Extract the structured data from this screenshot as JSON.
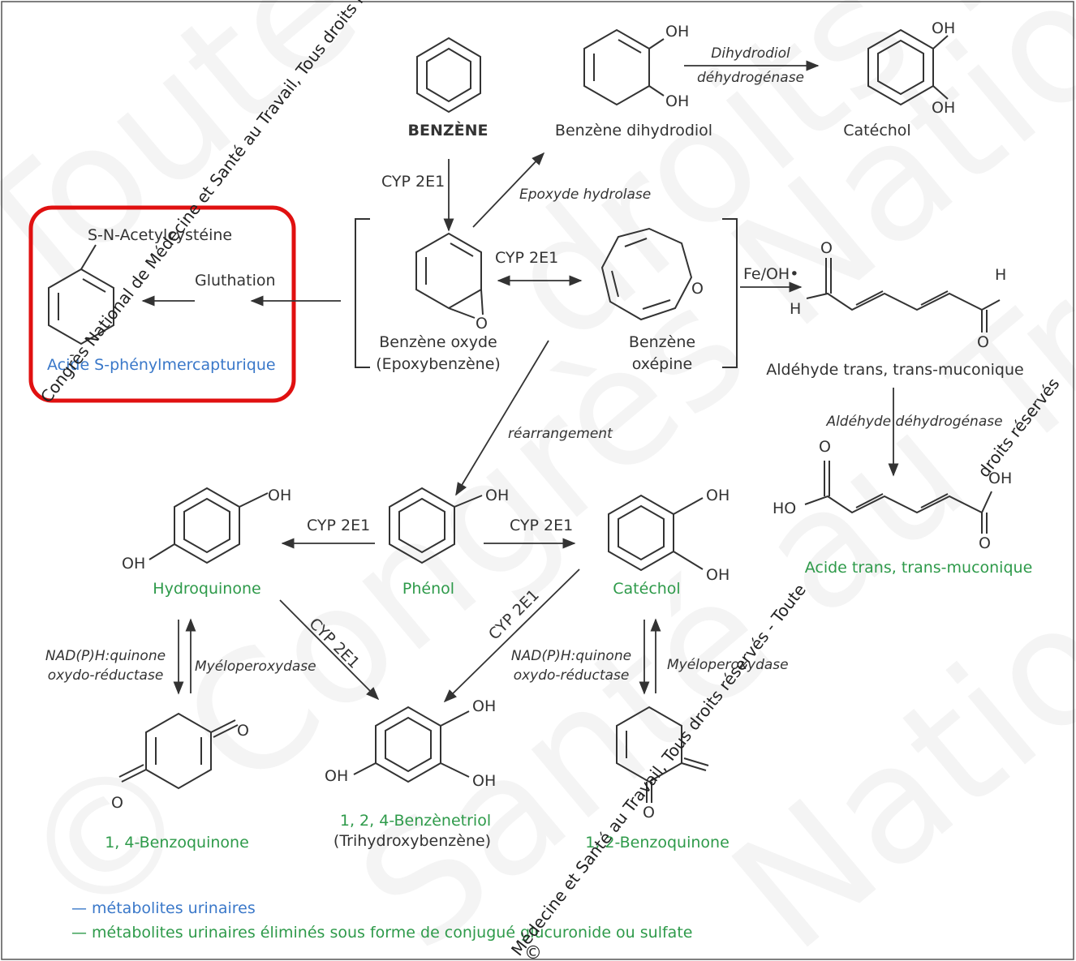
{
  "colors": {
    "green": "#2e9a4a",
    "blue": "#3a78c9",
    "highlight": "#e01010",
    "ink": "#333333"
  },
  "watermark": {
    "diagonal_1": "Congrès National de Médecine et Santé au Travail, Tous droits réservés - Toute reproduction",
    "diagonal_2": "Médecine et Santé au Travail, Tous droits réservés - Toute",
    "diagonal_3": "droits réservés",
    "copyright": "©",
    "big_1": "Toute reproduction",
    "big_2": "© Congrès National",
    "big_3": "Santé au Travail",
    "big_4": "droits réservés",
    "big_5": "National de Médecine"
  },
  "molecules": {
    "benzene": "BENZÈNE",
    "benzene_dihydrodiol": "Benzène dihydrodiol",
    "catechol_top": "Catéchol",
    "benzene_oxide_1": "Benzène oxyde",
    "benzene_oxide_2": "(Epoxybenzène)",
    "oxepine_1": "Benzène",
    "oxepine_2": "oxépine",
    "muconaldehyde": "Aldéhyde trans, trans-muconique",
    "muconic_acid": "Acide trans, trans-muconique",
    "spma": "Acide S-phénylmercapturique",
    "sn_acetyl": "S-N-Acetylcystéine",
    "gluthation": "Gluthation",
    "phenol": "Phénol",
    "hydroquinone": "Hydroquinone",
    "catechol_mid": "Catéchol",
    "benzoquinone_14": "1, 4-Benzoquinone",
    "benzenetriol_1": "1, 2, 4-Benzènetriol",
    "benzenetriol_2": "(Trihydroxybenzène)",
    "benzoquinone_12": "1, 2-Benzoquinone"
  },
  "atoms": {
    "oh": "OH",
    "ho": "HO",
    "o": "O",
    "h": "H"
  },
  "enzymes": {
    "dihydrodiol_1": "Dihydrodiol",
    "dihydrodiol_2": "déhydrogénase",
    "epoxyde_hydrolase": "Epoxyde hydrolase",
    "cyp_1": "CYP 2E1",
    "cyp_2": "CYP 2E1",
    "cyp_3": "CYP 2E1",
    "cyp_4": "CYP 2E1",
    "cyp_5": "CYP 2E1",
    "cyp_6": "CYP 2E1",
    "fe_oh": "Fe/OH•",
    "aldehyde_dehydrogenase": "Aldéhyde déhydrogénase",
    "rearrangement": "réarrangement",
    "nqo_1a": "NAD(P)H:quinone",
    "nqo_1b": "oxydo-réductase",
    "mpo_1": "Myéloperoxydase",
    "nqo_2a": "NAD(P)H:quinone",
    "nqo_2b": "oxydo-réductase",
    "mpo_2": "Myéloperoxydase"
  },
  "legend": {
    "urinary": "— métabolites urinaires",
    "conjugated": "— métabolites urinaires éliminés sous forme de conjugué glucuronide ou sulfate"
  }
}
